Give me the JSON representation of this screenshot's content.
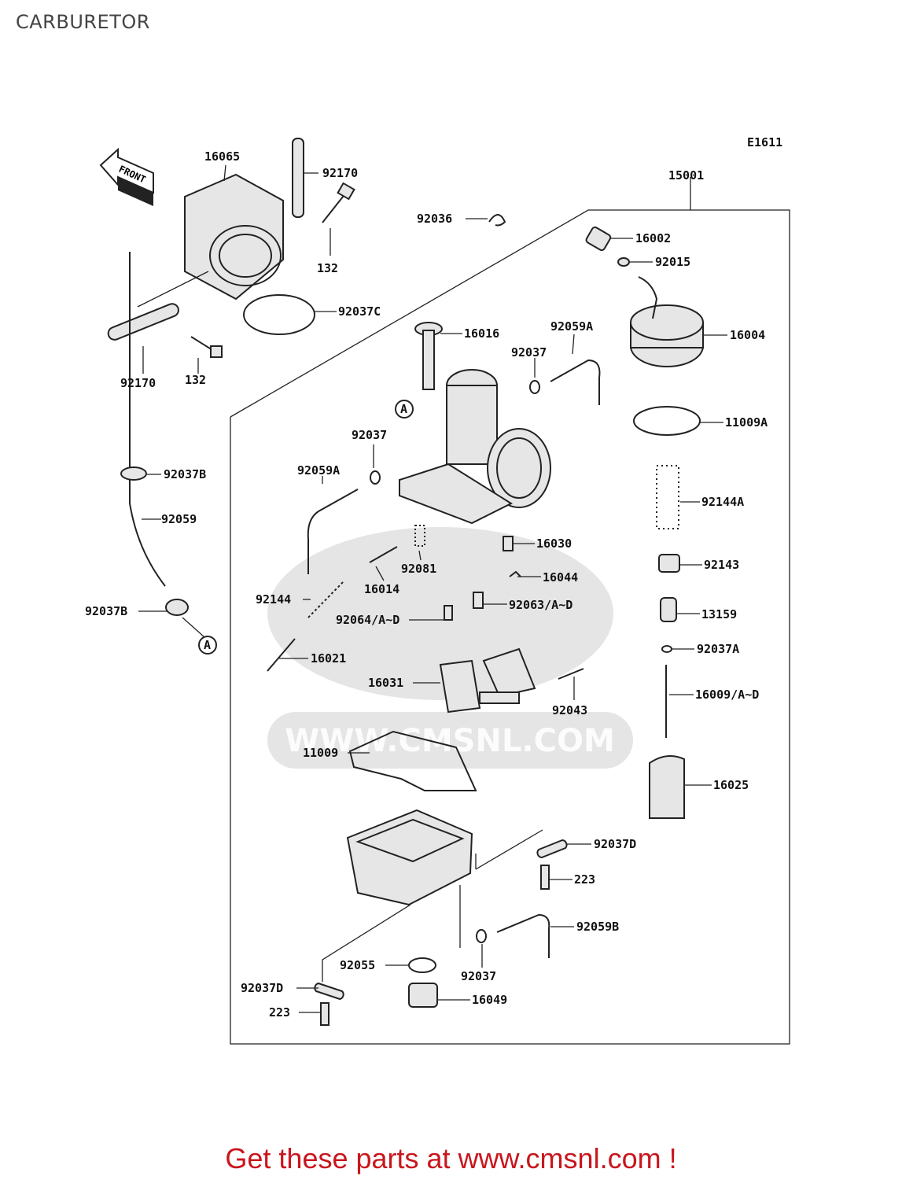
{
  "title": "CARBURETOR",
  "diagram_code": "E1611",
  "front_label": "FRONT",
  "watermark": "WWW.CMSNL.COM",
  "footer": "Get these parts at www.cmsnl.com !",
  "callouts": {
    "ref_a": "A",
    "p16065": "16065",
    "p92170_top": "92170",
    "p92036": "92036",
    "p15001": "15001",
    "p16002": "16002",
    "p92015": "92015",
    "p132_top": "132",
    "p92037c": "92037C",
    "p16016": "16016",
    "p92059a_top": "92059A",
    "p92037_top": "92037",
    "p16004": "16004",
    "p92170_bottom": "92170",
    "p132_bottom": "132",
    "p11009a": "11009A",
    "p92037_mid": "92037",
    "p92037b_top": "92037B",
    "p92059a_mid": "92059A",
    "p92059": "92059",
    "p92144a": "92144A",
    "p16030": "16030",
    "p92143": "92143",
    "p92081": "92081",
    "p16014": "16014",
    "p16044": "16044",
    "p92144": "92144",
    "p92063": "92063/A~D",
    "p92064": "92064/A~D",
    "p13159": "13159",
    "p92037b_bottom": "92037B",
    "p92037a": "92037A",
    "p16021": "16021",
    "p16031": "16031",
    "p16009": "16009/A~D",
    "p92043": "92043",
    "p11009": "11009",
    "p16025": "16025",
    "p92037d_right": "92037D",
    "p223_right": "223",
    "p92059b": "92059B",
    "p92055": "92055",
    "p92037_bottom": "92037",
    "p92037d_left": "92037D",
    "p16049": "16049",
    "p223_left": "223"
  }
}
